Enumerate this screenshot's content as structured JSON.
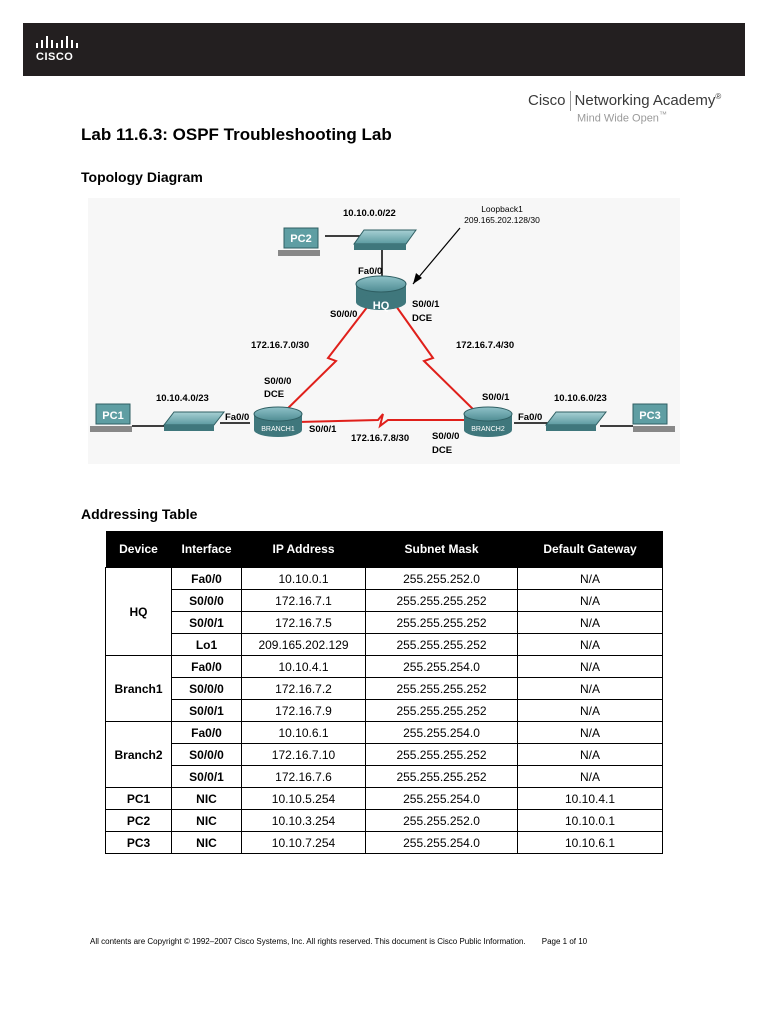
{
  "header": {
    "logo_text": "CISCO",
    "academy_title": "Networking Academy",
    "academy_brand": "Cisco",
    "academy_tagline": "Mind Wide Open",
    "tm": "®",
    "tagline_tm": "™"
  },
  "title": "Lab 11.6.3: OSPF Troubleshooting Lab",
  "sections": {
    "topology": "Topology Diagram",
    "addressing": "Addressing Table"
  },
  "topology": {
    "devices": {
      "hq": "HQ",
      "branch1": "BRANCH1",
      "branch2": "BRANCH2",
      "pc1": "PC1",
      "pc2": "PC2",
      "pc3": "PC3"
    },
    "labels": {
      "hq_lan": "10.10.0.0/22",
      "loopback_name": "Loopback1",
      "loopback_net": "209.165.202.128/30",
      "hq_fa": "Fa0/0",
      "hq_s000": "S0/0/0",
      "hq_s001": "S0/0/1",
      "hq_dce": "DCE",
      "link_hq_b1": "172.16.7.0/30",
      "link_hq_b2": "172.16.7.4/30",
      "link_b1_b2": "172.16.7.8/30",
      "b1_lan": "10.10.4.0/23",
      "b1_s000": "S0/0/0",
      "b1_dce": "DCE",
      "b1_fa": "Fa0/0",
      "b1_s001": "S0/0/1",
      "b2_lan": "10.10.6.0/23",
      "b2_s001": "S0/0/1",
      "b2_fa": "Fa0/0",
      "b2_s000": "S0/0/0",
      "b2_dce": "DCE"
    }
  },
  "addressing_table": {
    "headers": [
      "Device",
      "Interface",
      "IP Address",
      "Subnet Mask",
      "Default Gateway"
    ],
    "groups": [
      {
        "device": "HQ",
        "rows": [
          [
            "Fa0/0",
            "10.10.0.1",
            "255.255.252.0",
            "N/A"
          ],
          [
            "S0/0/0",
            "172.16.7.1",
            "255.255.255.252",
            "N/A"
          ],
          [
            "S0/0/1",
            "172.16.7.5",
            "255.255.255.252",
            "N/A"
          ],
          [
            "Lo1",
            "209.165.202.129",
            "255.255.255.252",
            "N/A"
          ]
        ]
      },
      {
        "device": "Branch1",
        "rows": [
          [
            "Fa0/0",
            "10.10.4.1",
            "255.255.254.0",
            "N/A"
          ],
          [
            "S0/0/0",
            "172.16.7.2",
            "255.255.255.252",
            "N/A"
          ],
          [
            "S0/0/1",
            "172.16.7.9",
            "255.255.255.252",
            "N/A"
          ]
        ]
      },
      {
        "device": "Branch2",
        "rows": [
          [
            "Fa0/0",
            "10.10.6.1",
            "255.255.254.0",
            "N/A"
          ],
          [
            "S0/0/0",
            "172.16.7.10",
            "255.255.255.252",
            "N/A"
          ],
          [
            "S0/0/1",
            "172.16.7.6",
            "255.255.255.252",
            "N/A"
          ]
        ]
      },
      {
        "device": "PC1",
        "rows": [
          [
            "NIC",
            "10.10.5.254",
            "255.255.254.0",
            "10.10.4.1"
          ]
        ]
      },
      {
        "device": "PC2",
        "rows": [
          [
            "NIC",
            "10.10.3.254",
            "255.255.252.0",
            "10.10.0.1"
          ]
        ]
      },
      {
        "device": "PC3",
        "rows": [
          [
            "NIC",
            "10.10.7.254",
            "255.255.254.0",
            "10.10.6.1"
          ]
        ]
      }
    ]
  },
  "footer": {
    "copyright": "All contents are Copyright © 1992–2007 Cisco Systems, Inc. All rights reserved. This document is Cisco Public Information.",
    "page": "Page 1 of 10"
  },
  "colors": {
    "serial_link": "#e0201b",
    "device_teal": "#5f9ea3",
    "header_bar": "#231f20"
  }
}
